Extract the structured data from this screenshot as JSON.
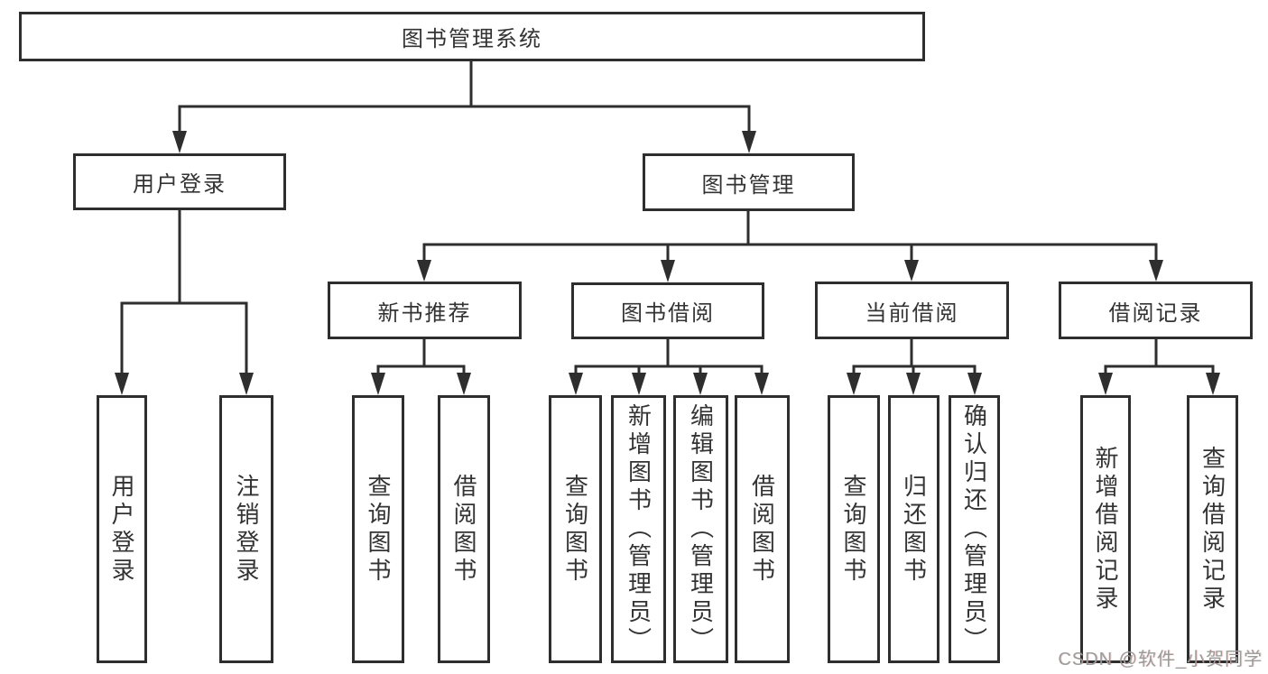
{
  "diagram": {
    "type": "hierarchy-tree",
    "colors": {
      "line": "#2e2e2e",
      "box_border": "#2e2e2e",
      "box_fill": "#ffffff",
      "text": "#333333",
      "watermark": "#9b9b9b",
      "background": "#ffffff"
    },
    "tree": {
      "label": "图书管理系统",
      "children": [
        {
          "label": "用户登录",
          "children": [
            {
              "label": "用户登录"
            },
            {
              "label": "注销登录"
            }
          ]
        },
        {
          "label": "图书管理",
          "children": [
            {
              "label": "新书推荐",
              "children": [
                {
                  "label": "查询图书"
                },
                {
                  "label": "借阅图书"
                }
              ]
            },
            {
              "label": "图书借阅",
              "children": [
                {
                  "label": "查询图书"
                },
                {
                  "label": "新增图书（管理员）"
                },
                {
                  "label": "编辑图书（管理员）"
                },
                {
                  "label": "借阅图书"
                }
              ]
            },
            {
              "label": "当前借阅",
              "children": [
                {
                  "label": "查询图书"
                },
                {
                  "label": "归还图书"
                },
                {
                  "label": "确认归还（管理员）"
                }
              ]
            },
            {
              "label": "借阅记录",
              "children": [
                {
                  "label": "新增借阅记录"
                },
                {
                  "label": "查询借阅记录"
                }
              ]
            }
          ]
        }
      ]
    },
    "watermark": "CSDN @软件_小贺同学"
  }
}
